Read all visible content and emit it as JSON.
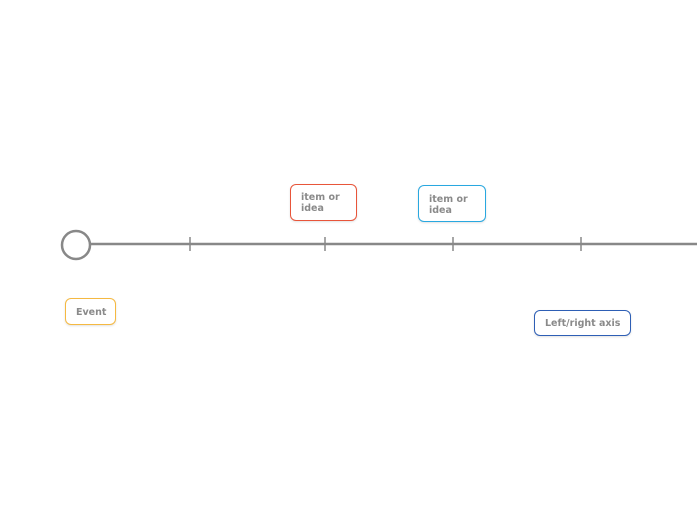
{
  "timeline": {
    "line_color": "#888888",
    "origin_icon": "hollow-circle-icon",
    "tick_count": 4
  },
  "cards": {
    "idea_red": {
      "label": "item or idea",
      "border_color": "#e8553a"
    },
    "idea_blue": {
      "label": "item or idea",
      "border_color": "#29a8e0"
    },
    "event": {
      "label": "Event",
      "border_color": "#f5b942"
    },
    "axis": {
      "label": "Left/right axis",
      "border_color": "#2e5fb5"
    }
  }
}
